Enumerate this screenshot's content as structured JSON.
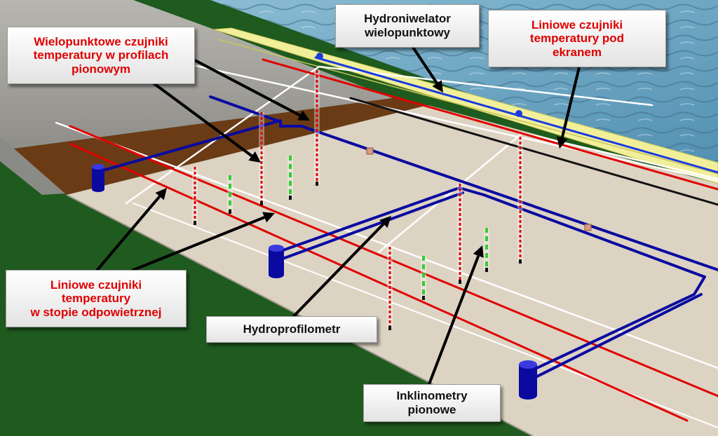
{
  "labels": {
    "multipoint_vertical": [
      "Wielopunktowe czujniki",
      "temperatury w profilach",
      "pionowym"
    ],
    "hydroniwelator": [
      "Hydroniwelator",
      "wielopunktowy"
    ],
    "linear_under_screen": [
      "Liniowe czujniki",
      "temperatury pod",
      "ekranem"
    ],
    "linear_air_toe": [
      "Liniowe czujniki",
      "temperatury",
      "w stopie odpowietrznej"
    ],
    "hydroprofilometr": [
      "Hydroprofilometr"
    ],
    "inclinometers": [
      "Inklinometry",
      "pionowe"
    ]
  },
  "colors": {
    "water": "#6aa6c4",
    "ground": "#1f5a1e",
    "berm": "#ddd3c3",
    "soil": "#6b3b16",
    "slope": "#a7a59f",
    "cable_red": "#e00000",
    "cable_blue": "#0a0aa0",
    "cable_white": "#ffffff",
    "cable_yellow": "#f1ef9a",
    "cable_black": "#111111",
    "inclinometer_green": "#33cc33",
    "label_red": "#e00000",
    "label_black": "#111111"
  }
}
